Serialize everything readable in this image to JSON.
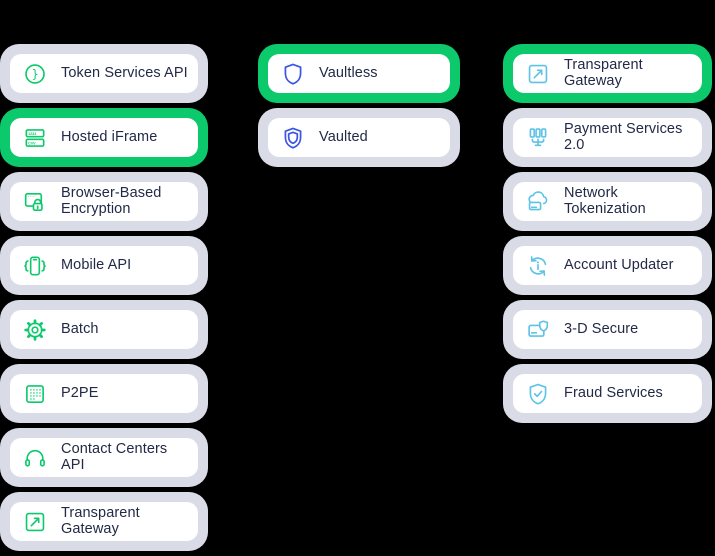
{
  "colors": {
    "background": "#000000",
    "pill_idle": "#D9DBE6",
    "pill_selected": "#0CC96B",
    "card": "#FFFFFF",
    "text": "#232946",
    "icon_green": "#0CC96B",
    "icon_blue": "#3D56E0",
    "icon_cyan": "#5CC3E5"
  },
  "columns": [
    {
      "name": "integration-methods",
      "icon_color": "#0CC96B",
      "items": [
        {
          "label": "Token Services API",
          "icon": "token-services-api-icon",
          "selected": false
        },
        {
          "label": "Hosted iFrame",
          "icon": "hosted-iframe-icon",
          "selected": true
        },
        {
          "label": "Browser-Based Encryption",
          "icon": "browser-based-encryption-icon",
          "selected": false
        },
        {
          "label": "Mobile API",
          "icon": "mobile-api-icon",
          "selected": false
        },
        {
          "label": "Batch",
          "icon": "batch-icon",
          "selected": false
        },
        {
          "label": "P2PE",
          "icon": "p2pe-icon",
          "selected": false
        },
        {
          "label": "Contact Centers API",
          "icon": "contact-centers-api-icon",
          "selected": false
        },
        {
          "label": "Transparent Gateway",
          "icon": "transparent-gateway-icon",
          "selected": false
        }
      ]
    },
    {
      "name": "vault-options",
      "icon_color": "#3D56E0",
      "items": [
        {
          "label": "Vaultless",
          "icon": "shield-outline-icon",
          "selected": true
        },
        {
          "label": "Vaulted",
          "icon": "shield-double-icon",
          "selected": false
        }
      ]
    },
    {
      "name": "services",
      "icon_color": "#5CC3E5",
      "items": [
        {
          "label": "Transparent Gateway",
          "icon": "transparent-gateway-icon",
          "selected": true
        },
        {
          "label": "Payment Services 2.0",
          "icon": "payment-services-icon",
          "selected": false
        },
        {
          "label": "Network Tokenization",
          "icon": "network-tokenization-icon",
          "selected": false
        },
        {
          "label": "Account Updater",
          "icon": "account-updater-icon",
          "selected": false
        },
        {
          "label": "3-D Secure",
          "icon": "three-d-secure-icon",
          "selected": false
        },
        {
          "label": "Fraud Services",
          "icon": "fraud-services-icon",
          "selected": false
        }
      ]
    }
  ]
}
